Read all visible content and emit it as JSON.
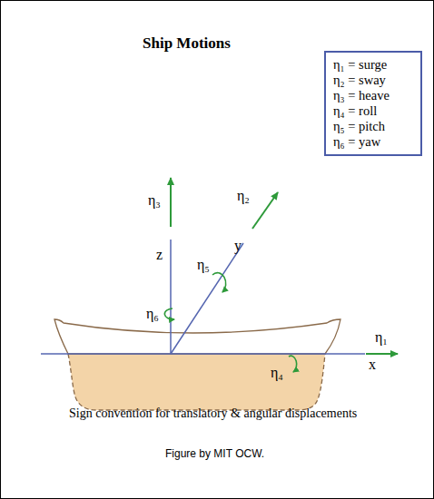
{
  "diagram": {
    "title": "Ship Motions",
    "caption": "Sign convention for translatory & angular displacements",
    "nodes": [
      {
        "text": [
          "η₁ = surge",
          "η₂ = sway",
          "η₃ = heave",
          "η₄ = roll",
          "η₅ = pitch",
          "η₆ = yaw"
        ]
      }
    ],
    "labels": [
      "η₃",
      "z",
      "η₂",
      "y",
      "η₆",
      "η₅",
      "η₁",
      "x",
      "η₄",
      "Figure by MIT OCW."
    ]
  }
}
